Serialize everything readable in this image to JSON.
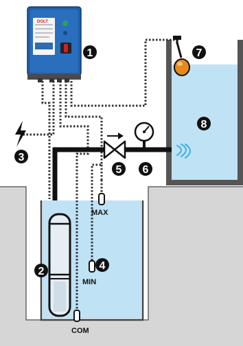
{
  "controller": {
    "brand": "DOLT",
    "color": "#1f5fa8",
    "indicator_color": "#2ea34a"
  },
  "callouts": [
    {
      "id": "1",
      "text": "❶"
    },
    {
      "id": "2",
      "text": "❷"
    },
    {
      "id": "3",
      "text": "❸"
    },
    {
      "id": "4",
      "text": "❹"
    },
    {
      "id": "5",
      "text": "❺"
    },
    {
      "id": "6",
      "text": "❻"
    },
    {
      "id": "7",
      "text": "❼"
    },
    {
      "id": "8",
      "text": "❽"
    }
  ],
  "sensor_labels": {
    "max": "MAX",
    "min": "MIN",
    "com": "COM"
  },
  "colors": {
    "water": "#bfe2f5",
    "ground": "#d6d6d6",
    "tank_wall": "#555555",
    "pipe": "#111111",
    "float": "#e8891c",
    "cable": "#333333"
  },
  "icons": {
    "power": "lightning-bolt-icon",
    "gauge": "pressure-gauge-icon",
    "valve": "check-valve-icon",
    "outlet": "water-outflow-icon"
  }
}
